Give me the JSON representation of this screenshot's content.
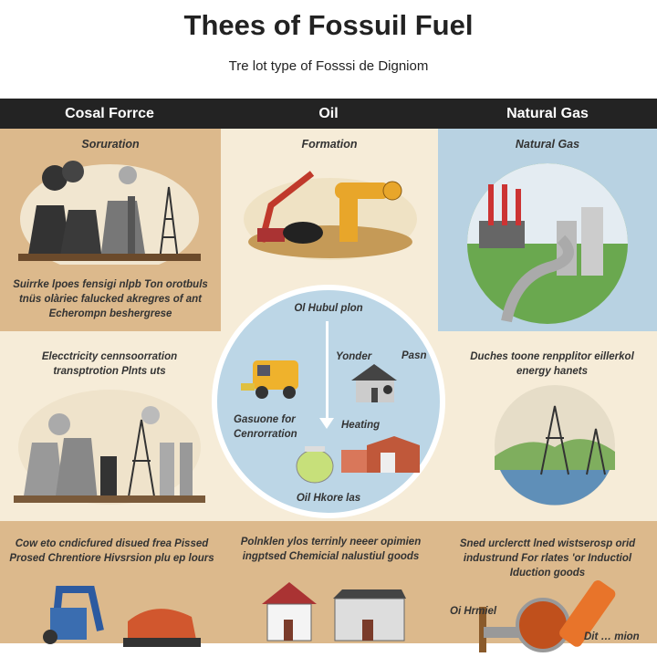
{
  "title": "Thees of  Fossuil Fuel",
  "subtitle": "Tre lot type of Fosssi de Digniom",
  "columns": [
    "Cosal Forrce",
    "Oil",
    "Natural Gas"
  ],
  "colors": {
    "header": "#232323",
    "tan": "#dcb98c",
    "cream": "#f6ecd8",
    "blue": "#b8d2e2",
    "circle": "#bcd6e6"
  },
  "coal": {
    "heading": "Soruration",
    "text": "Suirrke lpoes fensigi nlpb Ton orotbuls tnüs olàriec falucked akregres of ant Echerompn beshergrese",
    "mid_text": "Elecctricity cennsoorration transptrotion Plnts uts",
    "bottom_text": "Cow eto cndicfured disued frea Pissed Prosed Chrentiore Hivsrsion plu ep lours"
  },
  "oil": {
    "heading": "Formation",
    "circle_title": "Ol Hubul plon",
    "label_yonder": "Yonder",
    "label_pasn": "Pasn",
    "label_gasoline": "Gasuone for Cenrorration",
    "label_heating": "Heating",
    "label_bottom": "Oil Hkore las",
    "bottom_text": "Polnklen ylos terrinly neeer opimien ingptsed Chemicial nalustiul goods"
  },
  "gas": {
    "heading": "Natural Gas",
    "mid_text": "Duches toone renpplitor eillerkol energy hanets",
    "bottom_text": "Sned urclerctt lned wistserosp orid industrund For rlates 'or Inductiol Iduction goods",
    "label_left": "Oi Hrmiel",
    "label_right": "Dit … mion"
  }
}
